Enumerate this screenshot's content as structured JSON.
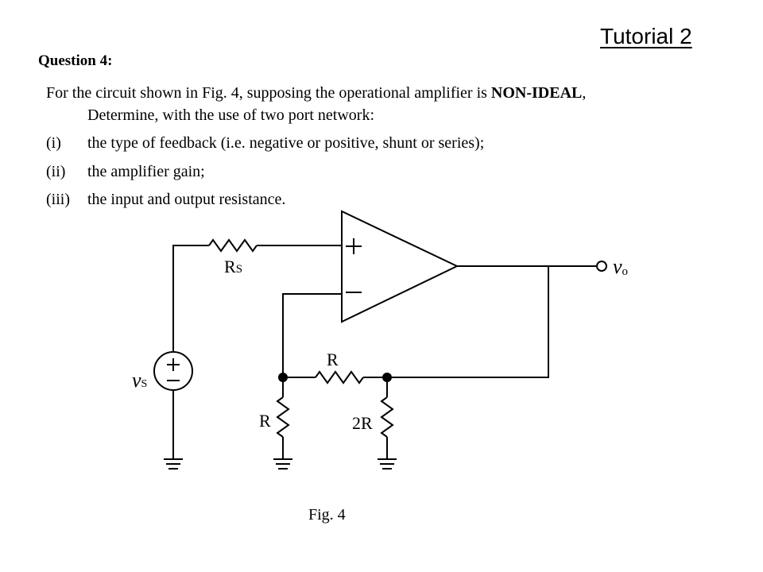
{
  "header": {
    "title": "Tutorial 2"
  },
  "question": {
    "label": "Question 4:",
    "intro_pre": "For the circuit shown in Fig. 4, supposing the operational amplifier is ",
    "intro_bold": "NON-IDEAL",
    "intro_post": ",",
    "intro_line2": "Determine, with the use of two port network:",
    "items": [
      {
        "num": "(i)",
        "text": "the type of feedback (i.e. negative or positive, shunt or series);"
      },
      {
        "num": "(ii)",
        "text": "the amplifier gain;"
      },
      {
        "num": "(iii)",
        "text": "the input and output resistance."
      }
    ]
  },
  "circuit": {
    "rs_label": "R",
    "rs_sub": "S",
    "vo_label": "v",
    "vo_sub": "o",
    "vs_label": "v",
    "vs_sub": "S",
    "plus_sign": "+",
    "minus_sign": "−",
    "r_feedback_label": "R",
    "r_ground_label": "R",
    "r_2r_label": "2R"
  },
  "figure": {
    "caption": "Fig. 4"
  }
}
